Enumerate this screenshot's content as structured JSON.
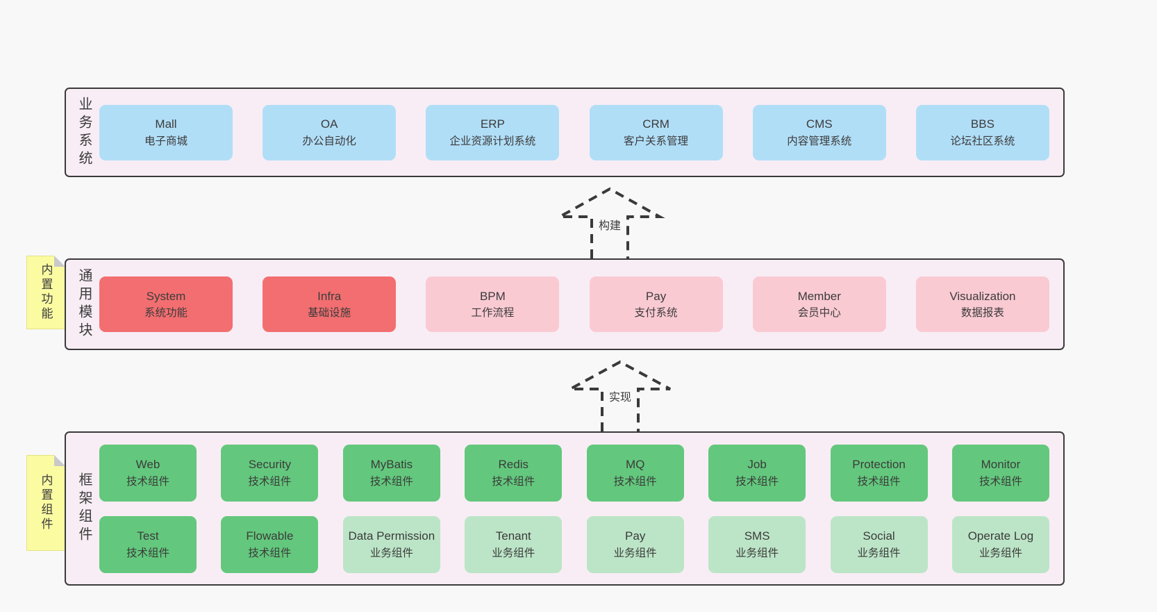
{
  "colors": {
    "page_bg": "#f8f8f8",
    "panel_bg": "#f8edf5",
    "panel_border": "#3a3a3a",
    "blue": "#b1def7",
    "red": "#f36e70",
    "pink": "#facad3",
    "green": "#63c87d",
    "lightgreen": "#bce5c7",
    "sticky_yellow": "#fbfba2",
    "sticky_border": "#e3e384",
    "sticky_fold": "#c9c9c9",
    "text": "#3b3b3b"
  },
  "arrows": [
    {
      "label": "构建"
    },
    {
      "label": "实现"
    }
  ],
  "sections": [
    {
      "side_label": "业务系统",
      "sticky": null,
      "rows": [
        [
          {
            "name": "Mall",
            "desc": "电子商城",
            "variant": "blue"
          },
          {
            "name": "OA",
            "desc": "办公自动化",
            "variant": "blue"
          },
          {
            "name": "ERP",
            "desc": "企业资源计划系统",
            "variant": "blue"
          },
          {
            "name": "CRM",
            "desc": "客户关系管理",
            "variant": "blue"
          },
          {
            "name": "CMS",
            "desc": "内容管理系统",
            "variant": "blue"
          },
          {
            "name": "BBS",
            "desc": "论坛社区系统",
            "variant": "blue"
          }
        ]
      ]
    },
    {
      "side_label": "通用模块",
      "sticky": "内置功能",
      "rows": [
        [
          {
            "name": "System",
            "desc": "系统功能",
            "variant": "red"
          },
          {
            "name": "Infra",
            "desc": "基础设施",
            "variant": "red"
          },
          {
            "name": "BPM",
            "desc": "工作流程",
            "variant": "pink"
          },
          {
            "name": "Pay",
            "desc": "支付系统",
            "variant": "pink"
          },
          {
            "name": "Member",
            "desc": "会员中心",
            "variant": "pink"
          },
          {
            "name": "Visualization",
            "desc": "数据报表",
            "variant": "pink"
          }
        ]
      ]
    },
    {
      "side_label": "框架组件",
      "sticky": "内置组件",
      "rows": [
        [
          {
            "name": "Web",
            "desc": "技术组件",
            "variant": "green"
          },
          {
            "name": "Security",
            "desc": "技术组件",
            "variant": "green"
          },
          {
            "name": "MyBatis",
            "desc": "技术组件",
            "variant": "green"
          },
          {
            "name": "Redis",
            "desc": "技术组件",
            "variant": "green"
          },
          {
            "name": "MQ",
            "desc": "技术组件",
            "variant": "green"
          },
          {
            "name": "Job",
            "desc": "技术组件",
            "variant": "green"
          },
          {
            "name": "Protection",
            "desc": "技术组件",
            "variant": "green"
          },
          {
            "name": "Monitor",
            "desc": "技术组件",
            "variant": "green"
          }
        ],
        [
          {
            "name": "Test",
            "desc": "技术组件",
            "variant": "green"
          },
          {
            "name": "Flowable",
            "desc": "技术组件",
            "variant": "green"
          },
          {
            "name": "Data Permission",
            "desc": "业务组件",
            "variant": "lightgreen"
          },
          {
            "name": "Tenant",
            "desc": "业务组件",
            "variant": "lightgreen"
          },
          {
            "name": "Pay",
            "desc": "业务组件",
            "variant": "lightgreen"
          },
          {
            "name": "SMS",
            "desc": "业务组件",
            "variant": "lightgreen"
          },
          {
            "name": "Social",
            "desc": "业务组件",
            "variant": "lightgreen"
          },
          {
            "name": "Operate Log",
            "desc": "业务组件",
            "variant": "lightgreen"
          }
        ]
      ]
    }
  ]
}
